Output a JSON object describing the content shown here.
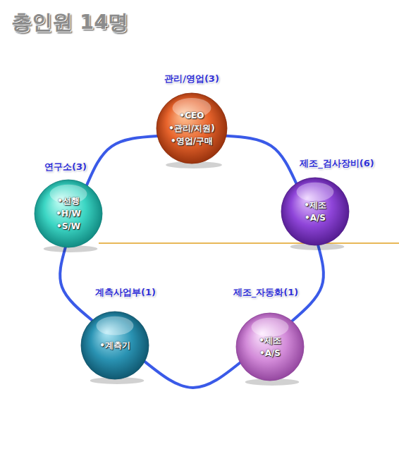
{
  "diagram": {
    "title": "총인원 14명",
    "nodes": [
      {
        "text": [
          "관리/영업(3)",
          "•CEO",
          "•관리/지원)",
          "•영업/구매"
        ]
      },
      {
        "text": [
          "연구소(3)",
          "•선행",
          "•H/W",
          "•S/W"
        ]
      },
      {
        "text": [
          "제조_검사장비(6)",
          "•제조",
          "•A/S"
        ]
      },
      {
        "text": [
          "계측사업부(1)",
          "•계측기"
        ]
      },
      {
        "text": [
          "제조_자동화(1)",
          "•제조",
          "•A/S"
        ]
      }
    ],
    "edges": [
      {
        "from": 0,
        "to": 2,
        "arrow": "none"
      },
      {
        "from": 2,
        "to": 4,
        "arrow": "none"
      },
      {
        "from": 4,
        "to": 3,
        "arrow": "none"
      },
      {
        "from": 3,
        "to": 1,
        "arrow": "none"
      },
      {
        "from": 1,
        "to": 0,
        "arrow": "none"
      }
    ]
  }
}
